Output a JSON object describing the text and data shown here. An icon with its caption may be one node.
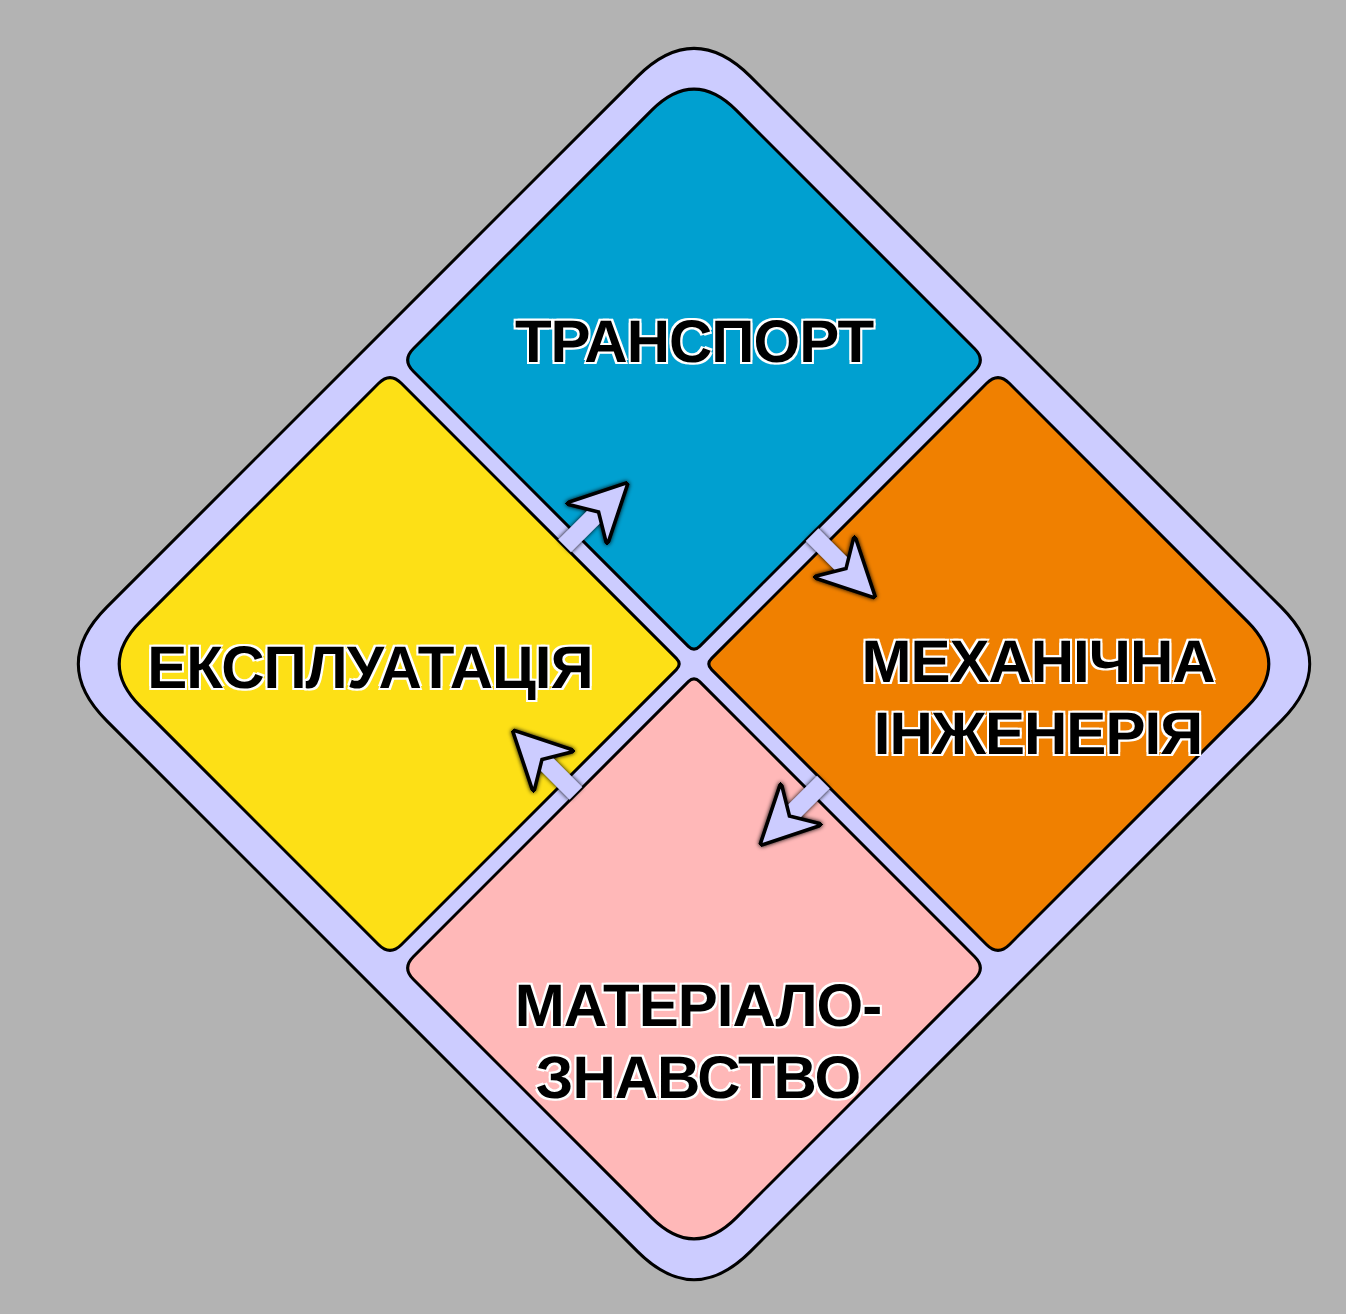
{
  "diagram": {
    "nodes": [
      {
        "text": [],
        "shape": "diamond"
      },
      {
        "text": [
          "ТРАНСПОРТ"
        ],
        "in": 0
      },
      {
        "text": [
          "ЕКСПЛУАТАЦІЯ"
        ],
        "in": 0
      },
      {
        "text": [
          "МЕХАНІЧНА ІНЖЕНЕРІЯ"
        ],
        "in": 0
      },
      {
        "text": [
          "МАТЕРІАЛО- ЗНАВСТВО"
        ],
        "in": 0
      }
    ],
    "edges": [
      {
        "from": 2,
        "to": 1,
        "arrow": "to"
      },
      {
        "from": 1,
        "to": 3,
        "arrow": "to"
      },
      {
        "from": 3,
        "to": 4,
        "arrow": "to"
      },
      {
        "from": 4,
        "to": 2,
        "arrow": "to"
      }
    ]
  }
}
